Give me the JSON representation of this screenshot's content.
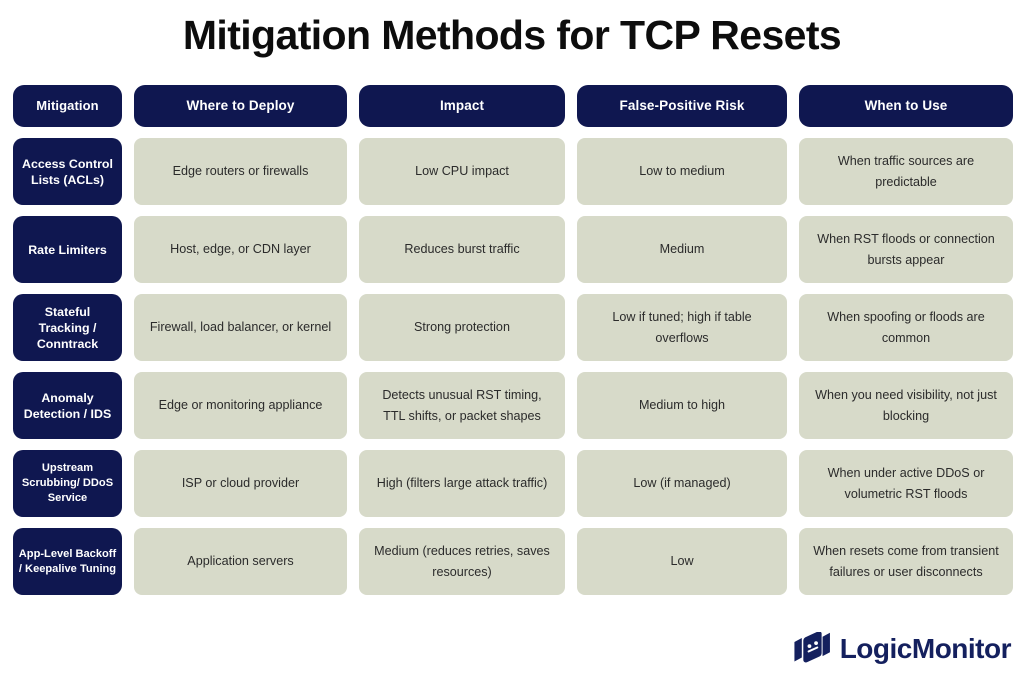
{
  "title": "Mitigation Methods for TCP Resets",
  "colors": {
    "page_background": "#ffffff",
    "header_navy": "#0f1750",
    "cell_sage": "#d7dac9",
    "title_text": "#0d0d0d",
    "cell_text": "#2b2b2b",
    "logo_navy": "#14205e"
  },
  "table": {
    "columns": [
      "Mitigation",
      "Where to Deploy",
      "Impact",
      "False-Positive Risk",
      "When to Use"
    ],
    "rows": [
      {
        "mitigation": "Access Control Lists (ACLs)",
        "where_to_deploy": "Edge routers or firewalls",
        "impact": "Low CPU impact",
        "false_positive_risk": "Low to medium",
        "when_to_use": "When traffic sources are predictable"
      },
      {
        "mitigation": "Rate Limiters",
        "where_to_deploy": "Host, edge, or CDN layer",
        "impact": "Reduces burst traffic",
        "false_positive_risk": "Medium",
        "when_to_use": "When RST floods or connection bursts appear"
      },
      {
        "mitigation": "Stateful Tracking / Conntrack",
        "where_to_deploy": "Firewall, load balancer, or kernel",
        "impact": "Strong protection",
        "false_positive_risk": "Low if tuned; high if table overflows",
        "when_to_use": "When spoofing or floods are common"
      },
      {
        "mitigation": "Anomaly Detection / IDS",
        "where_to_deploy": "Edge or monitoring appliance",
        "impact": "Detects unusual RST timing, TTL shifts, or packet shapes",
        "false_positive_risk": "Medium to high",
        "when_to_use": "When you need visibility, not just blocking"
      },
      {
        "mitigation": "Upstream Scrubbing/ DDoS Service",
        "where_to_deploy": "ISP or cloud provider",
        "impact": "High (filters large attack traffic)",
        "false_positive_risk": "Low (if managed)",
        "when_to_use": "When under active DDoS or volumetric RST floods"
      },
      {
        "mitigation": "App-Level Backoff / Keepalive Tuning",
        "where_to_deploy": "Application servers",
        "impact": "Medium (reduces retries, saves resources)",
        "false_positive_risk": "Low",
        "when_to_use": "When resets come from transient failures or user disconnects"
      }
    ]
  },
  "logo": {
    "brand": "LogicMonitor",
    "mark": "logicmonitor-isometric-mark-icon"
  }
}
